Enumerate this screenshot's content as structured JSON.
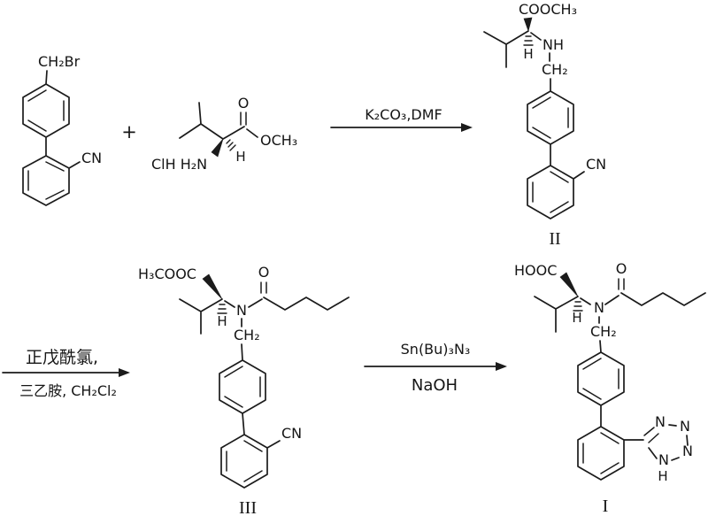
{
  "scheme": {
    "ink_color": "#1b1b1b",
    "background_color": "#ffffff",
    "reactant_bromide": {
      "ch2br": "CH₂Br",
      "cn": "CN"
    },
    "plus_sign": "+",
    "valine_ester": {
      "salt": "ClH H₂N",
      "carbonyl_o": "O",
      "och3": "OCH₃",
      "stereo_h": "H"
    },
    "step1": {
      "reagent": "K₂CO₃,DMF"
    },
    "compound_ii": {
      "ester": "COOCH₃",
      "nh": "NH",
      "stereo_h": "H",
      "ch2": "CH₂",
      "cn": "CN",
      "label": "II"
    },
    "step2": {
      "reagent_above": "正戊酰氯,",
      "reagent_below": "三乙胺, CH₂Cl₂"
    },
    "compound_iii": {
      "ester": "H₃COOC",
      "stereo_h": "H",
      "n": "N",
      "carbonyl_o": "O",
      "ch2": "CH₂",
      "cn": "CN",
      "label": "III"
    },
    "step3": {
      "reagent_above": "Sn(Bu)₃N₃",
      "reagent_below": "NaOH"
    },
    "compound_i": {
      "acid": "HOOC",
      "stereo_h": "H",
      "n": "N",
      "carbonyl_o": "O",
      "ch2": "CH₂",
      "tetrazole_n4": "N",
      "tetrazole_n3": "N",
      "tetrazole_n2": "N",
      "tetrazole_n1": "N",
      "tetrazole_h": "H",
      "label": "I"
    }
  }
}
